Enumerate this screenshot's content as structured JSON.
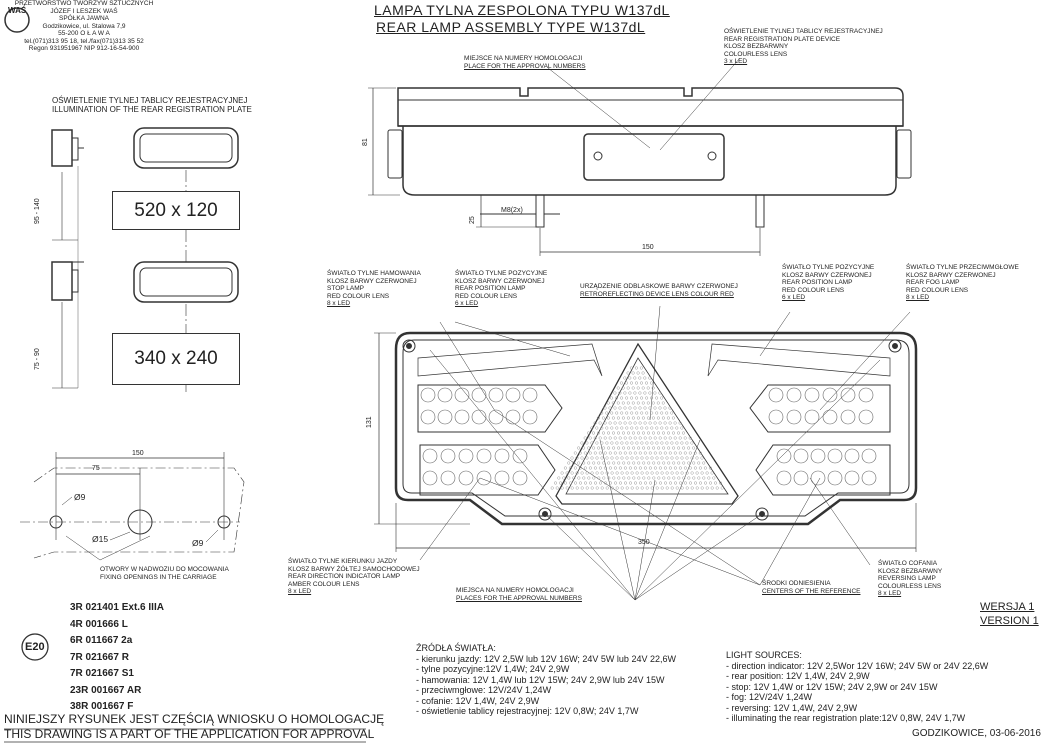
{
  "company": {
    "lines": [
      "PRZETWÓRSTWO TWORZYW SZTUCZNYCH",
      "JÓZEF I LESZEK WAŚ",
      "SPÓŁKA JAWNA",
      "Godzikowice, ul. Stalowa 7,9",
      "55-200   O Ł A W A",
      "tel.(071)313 95 18, tel./fax(071)313 35 52",
      "Regon 931951967 NIP 912-16-54-900"
    ],
    "logo": "WAŚ"
  },
  "title": {
    "pl": "LAMPA TYLNA ZESPOLONA TYPU W137dL",
    "en": "REAR LAMP ASSEMBLY TYPE W137dL"
  },
  "plate_section": {
    "title_pl": "OŚWIETLENIE TYLNEJ TABLICY REJESTRACYJNEJ",
    "title_en": "ILLUMINATION OF THE REAR REGISTRATION PLATE",
    "plate1": "520 x 120",
    "plate2": "340 x 240",
    "dim1": "95 - 140",
    "dim2": "75 - 90"
  },
  "top_labels": {
    "approval_pl": "MIEJSCE NA NUMERY HOMOLOGACJI",
    "approval_en": "PLACE FOR THE APPROVAL NUMBERS",
    "plate_device": [
      "OŚWIETLENIE TYLNEJ TABLICY REJESTRACYJNEJ",
      "REAR REGISTRATION PLATE DEVICE",
      "KLOSZ BEZBARWNY",
      "COLOURLESS LENS",
      "3 x LED"
    ]
  },
  "top_dims": {
    "height": "81",
    "stud": "25",
    "thread": "M8(2x)",
    "spacing": "150"
  },
  "front_labels": {
    "stop": [
      "ŚWIATŁO TYLNE  HAMOWANIA",
      "KLOSZ BARWY CZERWONEJ",
      "STOP LAMP",
      "RED COLOUR LENS",
      "8 x LED"
    ],
    "position_left": [
      "ŚWIATŁO TYLNE POZYCYJNE",
      "KLOSZ BARWY CZERWONEJ",
      "REAR POSITION LAMP",
      "RED COLOUR LENS",
      "6 x LED"
    ],
    "reflex": [
      "URZĄDZENIE ODBLASKOWE BARWY CZERWONEJ",
      "RETROREFLECTING DEVICE LENS COLOUR RED"
    ],
    "position_right": [
      "ŚWIATŁO TYLNE POZYCYJNE",
      "KLOSZ BARWY CZERWONEJ",
      "REAR POSITION LAMP",
      "RED COLOUR LENS",
      "6 x LED"
    ],
    "fog": [
      "ŚWIATŁO TYLNE PRZECIWMGŁOWE",
      "KLOSZ BARWY CZERWONEJ",
      "REAR FOG LAMP",
      "RED COLOUR LENS",
      "8 x LED"
    ],
    "direction": [
      "ŚWIATŁO TYLNE KIERUNKU JAZDY",
      "KLOSZ BARWY ŻÓŁTEJ SAMOCHODOWEJ",
      "REAR DIRECTION INDICATOR LAMP",
      "AMBER COLOUR LENS",
      "8 x LED"
    ],
    "approval": [
      "MIEJSCA NA NUMERY HOMOLOGACJI",
      "PLACES FOR THE APPROVAL NUMBERS"
    ],
    "reference": [
      "ŚRODKI ODNIESIENIA",
      "CENTERS OF THE REFERENCE"
    ],
    "reversing": [
      "ŚWIATŁO COFANIA",
      "KLOSZ BEZBARWNY",
      "REVERSING LAMP",
      "COLOURLESS LENS",
      "8 x LED"
    ]
  },
  "front_dims": {
    "height": "131",
    "width": "350"
  },
  "mounting": {
    "d1": "150",
    "d2": "75",
    "hole1": "Ø9",
    "hole2": "Ø15",
    "hole3": "Ø9",
    "note_pl": "OTWORY W NADWOZIU DO MOCOWANIA",
    "note_en": "FIXING OPENINGS IN THE CARRIAGE"
  },
  "approvals": {
    "mark": "E20",
    "list": [
      "3R 021401 Ext.6 IIIA",
      "4R 001666 L",
      "6R 011667 2a",
      "7R 021667 R",
      "7R 021667 S1",
      "23R 001667 AR",
      "38R 001667 F"
    ]
  },
  "footer": {
    "pl": "NINIEJSZY RYSUNEK JEST CZĘŚCIĄ  WNIOSKU O  HOMOLOGACJĘ",
    "en": "THIS DRAWING IS A PART OF THE APPLICATION FOR  APPROVAL",
    "date": "GODZIKOWICE,  03-06-2016"
  },
  "version": {
    "pl": "WERSJA 1",
    "en": "VERSION 1"
  },
  "sources_pl": {
    "title": "ŹRÓDŁA ŚWIATŁA:",
    "lines": [
      "- kierunku jazdy: 12V 2,5W lub 12V 16W; 24V 5W lub 24V 22,6W",
      "- tylne pozycyjne:12V 1,4W;  24V 2,9W",
      "- hamowania: 12V 1,4W lub 12V 15W; 24V 2,9W lub 24V 15W",
      "- przeciwmgłowe: 12V/24V 1,24W",
      "- cofanie: 12V 1,4W, 24V 2,9W",
      "- oświetlenie tablicy rejestracyjnej: 12V 0,8W;  24V 1,7W"
    ]
  },
  "sources_en": {
    "title": "LIGHT SOURCES:",
    "lines": [
      "- direction indicator: 12V 2,5Wor 12V 16W; 24V 5W or 24V 22,6W",
      "- rear position: 12V 1,4W,  24V 2,9W",
      "- stop: 12V 1,4W or 12V 15W; 24V 2,9W or 24V 15W",
      "- fog: 12V/24V 1,24W",
      "- reversing: 12V 1,4W, 24V 2,9W",
      "- illuminating the rear registration plate:12V 0,8W,  24V 1,7W"
    ]
  }
}
